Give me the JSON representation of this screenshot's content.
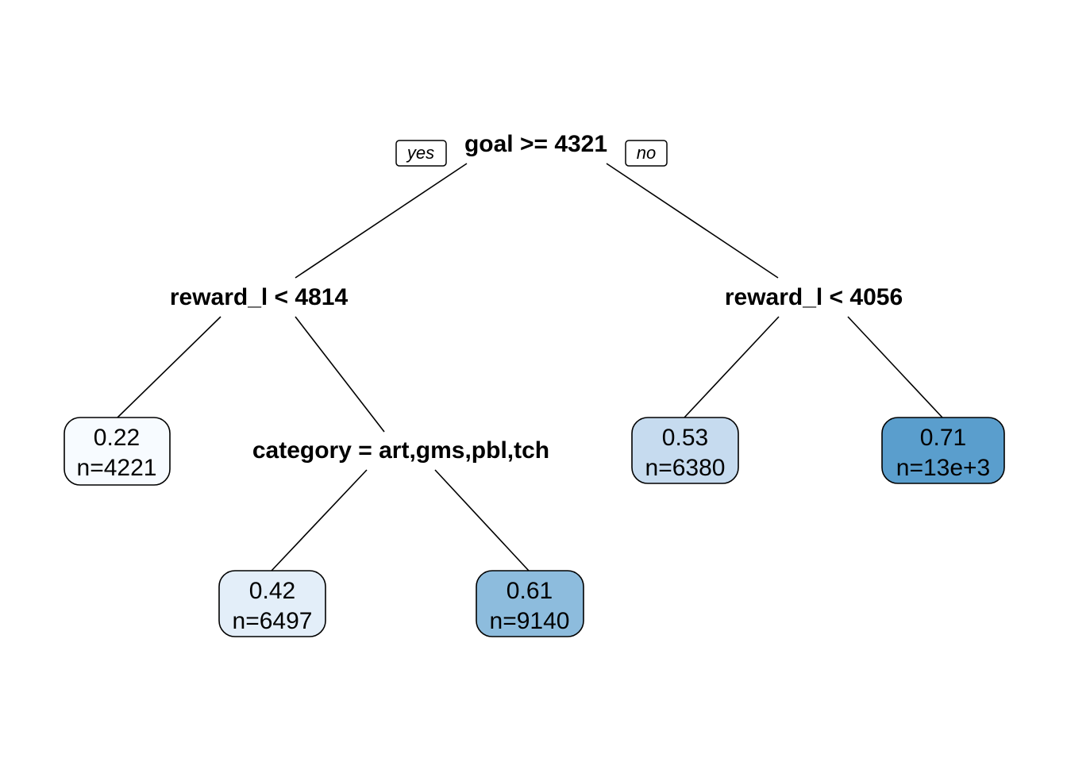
{
  "tree": {
    "root": {
      "label": "goal >= 4321",
      "yes_label": "yes",
      "no_label": "no"
    },
    "left_split": {
      "label": "reward_l < 4814"
    },
    "right_split": {
      "label": "reward_l < 4056"
    },
    "category_split": {
      "label": "category = art,gms,pbl,tch"
    },
    "leaves": [
      {
        "value": "0.22",
        "n": "n=4221",
        "color": "#f7fbff"
      },
      {
        "value": "0.42",
        "n": "n=6497",
        "color": "#e3eef9"
      },
      {
        "value": "0.61",
        "n": "n=9140",
        "color": "#8dbcdd"
      },
      {
        "value": "0.53",
        "n": "n=6380",
        "color": "#c6dbef"
      },
      {
        "value": "0.71",
        "n": "n=13e+3",
        "color": "#5a9ecd"
      }
    ]
  }
}
